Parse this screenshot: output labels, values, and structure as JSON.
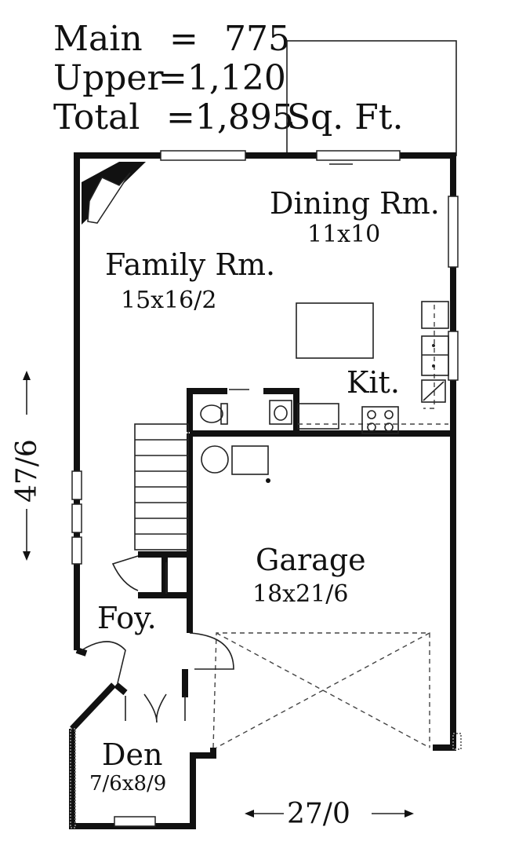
{
  "summary": {
    "main_label": "Main",
    "main_eq": "=",
    "main_value": "775",
    "upper_label": "Upper",
    "upper_value": "=1,120",
    "total_label": "Total",
    "total_value": "=1,895",
    "unit": "Sq. Ft."
  },
  "rooms": {
    "dining_name": "Dining Rm.",
    "dining_size": "11x10",
    "family_name": "Family Rm.",
    "family_size": "15x16/2",
    "kitchen_name": "Kit.",
    "garage_name": "Garage",
    "garage_size": "18x21/6",
    "foyer_name": "Foy.",
    "den_name": "Den",
    "den_size": "7/6x8/9"
  },
  "dimensions": {
    "depth": "47/6",
    "width": "27/0"
  }
}
